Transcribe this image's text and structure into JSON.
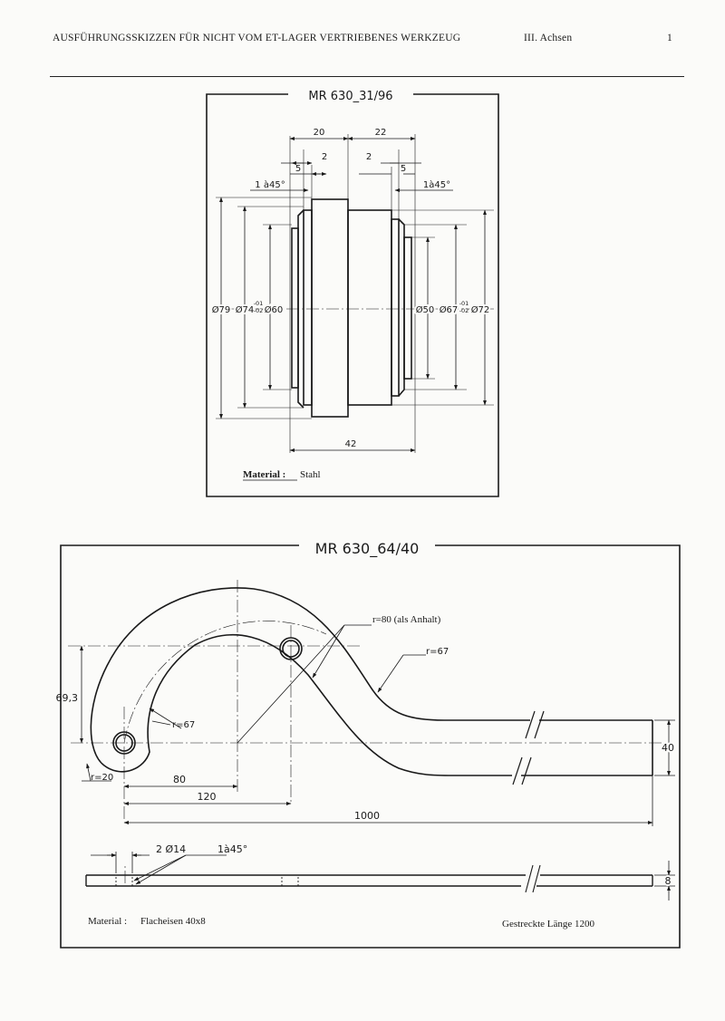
{
  "header": {
    "title": "AUSFÜHRUNGSSKIZZEN FÜR NICHT VOM ET-LAGER VERTRIEBENES WERKZEUG",
    "section": "III. Achsen",
    "page_number": "1"
  },
  "drawing1": {
    "title": "MR 630_31/96",
    "dims": {
      "d20": "20",
      "d22": "22",
      "d2a": "2",
      "d2b": "2",
      "d5a": "5",
      "d5b": "5",
      "chamfer_left": "1 à45°",
      "chamfer_right": "1à45°",
      "dia79": "Ø79",
      "dia74": "Ø74",
      "tol74_up": "-01",
      "tol74_lo": "-02",
      "dia60": "Ø60",
      "dia50": "Ø50",
      "dia67": "Ø67",
      "tol67_up": "-01",
      "tol67_lo": "-02",
      "dia72": "Ø72",
      "d42": "42"
    },
    "material_label": "Material :",
    "material_value": "Stahl"
  },
  "drawing2": {
    "title": "MR 630_64/40",
    "dims": {
      "r80": "r=80 (als Anhalt)",
      "r67a": "r=67",
      "r67b": "r=67",
      "d69": "69,3",
      "r20": "r=20",
      "d80": "80",
      "d120": "120",
      "d1000": "1000",
      "d40": "40",
      "holes": "2 Ø14",
      "chamfer": "1à45°",
      "d8": "8"
    },
    "material_label": "Material :",
    "material_value": "Flacheisen 40x8",
    "length_note": "Gestreckte Länge 1200"
  }
}
